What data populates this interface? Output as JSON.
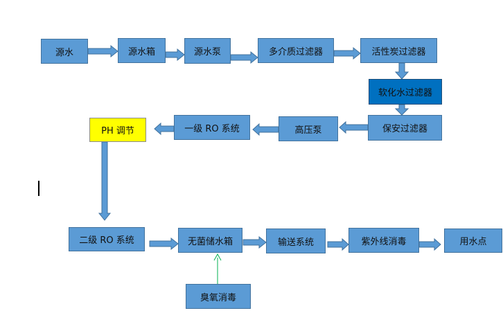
{
  "nodes": {
    "source_water": "源水",
    "source_tank": "源水箱",
    "source_pump": "源水泵",
    "multimedia_filter": "多介质过滤器",
    "activated_carbon_filter": "活性炭过滤器",
    "softener_filter": "软化水过滤器",
    "security_filter": "保安过滤器",
    "high_pressure_pump": "高压泵",
    "ro_stage1": "一级 RO 系统",
    "ph_adjust": "PH 调节",
    "ro_stage2": "二级 RO 系统",
    "sterile_tank": "无菌储水箱",
    "delivery_system": "输送系统",
    "uv_disinfection": "紫外线消毒",
    "point_of_use": "用水点",
    "ozone_disinfection": "臭氧消毒"
  },
  "colors": {
    "box_fill": "#5b9bd5",
    "box_border": "#41719c",
    "softener_fill": "#0070c0",
    "ph_fill": "#ffff00",
    "ozone_arrow": "#00b050"
  }
}
